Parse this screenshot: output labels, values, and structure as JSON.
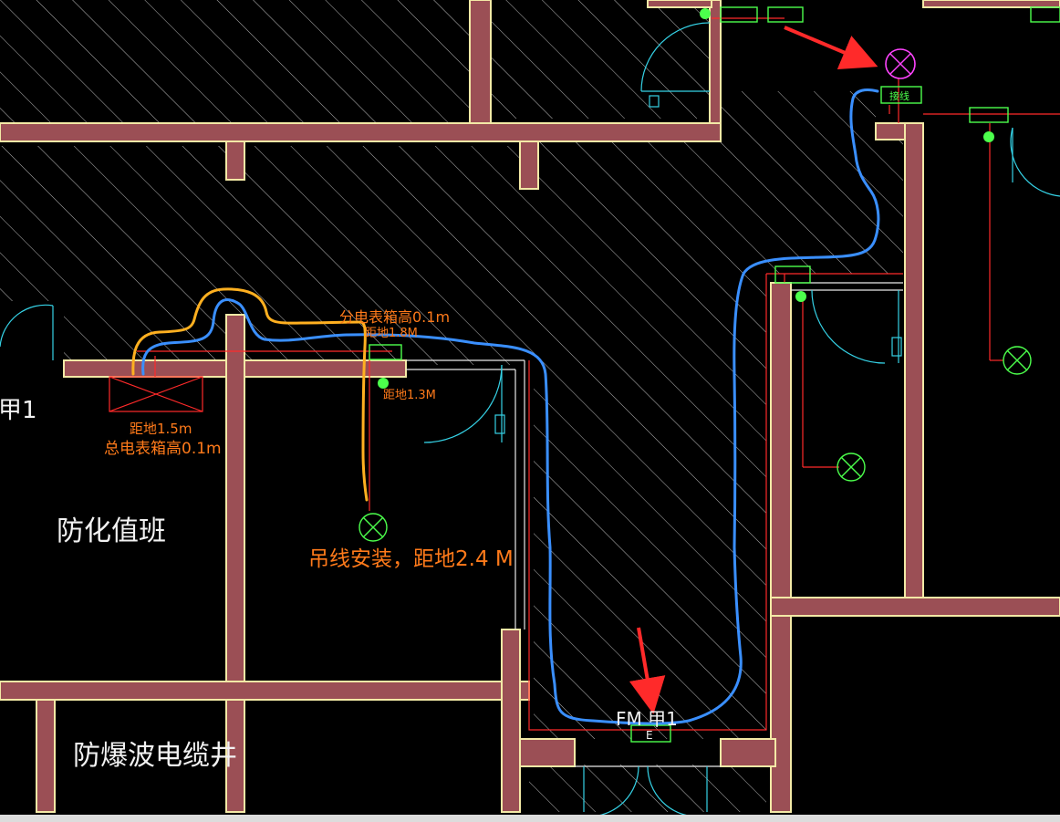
{
  "rooms": {
    "duty_room": "防化值班",
    "cable_shaft": "防爆波电缆井"
  },
  "annotations": {
    "sub_meter_box": "分电表箱高0.1m",
    "sub_meter_height": "距地1.8M",
    "main_meter_distance": "距地1.5m",
    "main_meter_box": "总电表箱高0.1m",
    "switch_height": "距地1.3M",
    "pendant_install": "吊线安装，距地2.4 M",
    "door_label_left": "甲1",
    "door_label_bottom": "FM 甲1",
    "emergency_box": "E",
    "top_right_box": "接线"
  },
  "colors": {
    "wall_fill": "#9b4f55",
    "wall_edge": "#f3e9a6",
    "blue_markup": "#3a8fff",
    "orange_markup": "#ffb020",
    "red_arrow": "#ff2a2a",
    "cad_green": "#4cff4c",
    "cad_magenta": "#ff44ff"
  }
}
